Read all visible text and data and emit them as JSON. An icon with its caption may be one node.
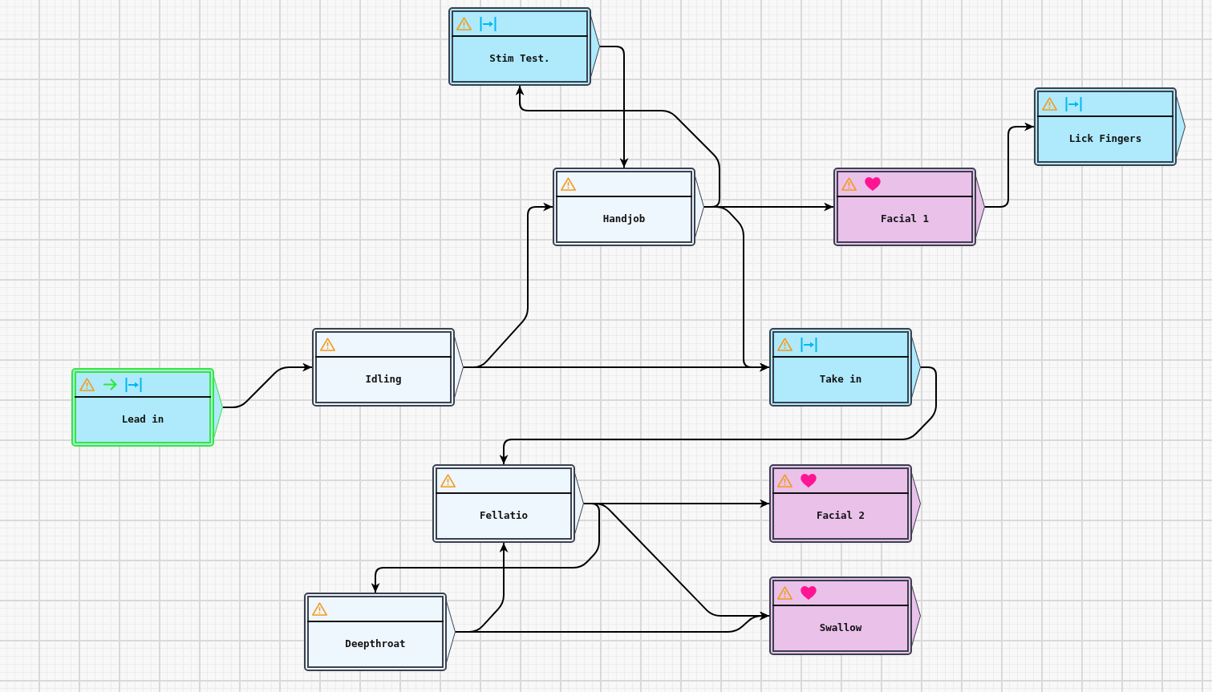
{
  "diagram": {
    "nodes": [
      {
        "text": [
          "Stim Test."
        ]
      },
      {
        "text": [
          "Lick Fingers"
        ]
      },
      {
        "text": [
          "Handjob"
        ]
      },
      {
        "text": [
          "Facial 1"
        ]
      },
      {
        "text": [
          "Idling"
        ]
      },
      {
        "text": [
          "Take in"
        ]
      },
      {
        "text": [
          "Lead in"
        ]
      },
      {
        "text": [
          "Fellatio"
        ]
      },
      {
        "text": [
          "Facial 2"
        ]
      },
      {
        "text": [
          "Swallow"
        ]
      },
      {
        "text": [
          "Deepthroat"
        ]
      }
    ],
    "edges": [
      {
        "from": 6,
        "to": 4,
        "arrow": "to"
      },
      {
        "from": 4,
        "to": 2,
        "arrow": "to"
      },
      {
        "from": 4,
        "to": 5,
        "arrow": "to"
      },
      {
        "from": 2,
        "to": 0,
        "arrow": "to"
      },
      {
        "from": 0,
        "to": 2,
        "arrow": "to"
      },
      {
        "from": 2,
        "to": 3,
        "arrow": "to"
      },
      {
        "from": 2,
        "to": 5,
        "arrow": "to"
      },
      {
        "from": 3,
        "to": 1,
        "arrow": "to"
      },
      {
        "from": 5,
        "to": 7,
        "arrow": "to"
      },
      {
        "from": 7,
        "to": 8,
        "arrow": "to"
      },
      {
        "from": 7,
        "to": 9,
        "arrow": "to"
      },
      {
        "from": 7,
        "to": 10,
        "arrow": "to"
      },
      {
        "from": 10,
        "to": 7,
        "arrow": "to"
      },
      {
        "from": 10,
        "to": 9,
        "arrow": "to"
      }
    ]
  }
}
